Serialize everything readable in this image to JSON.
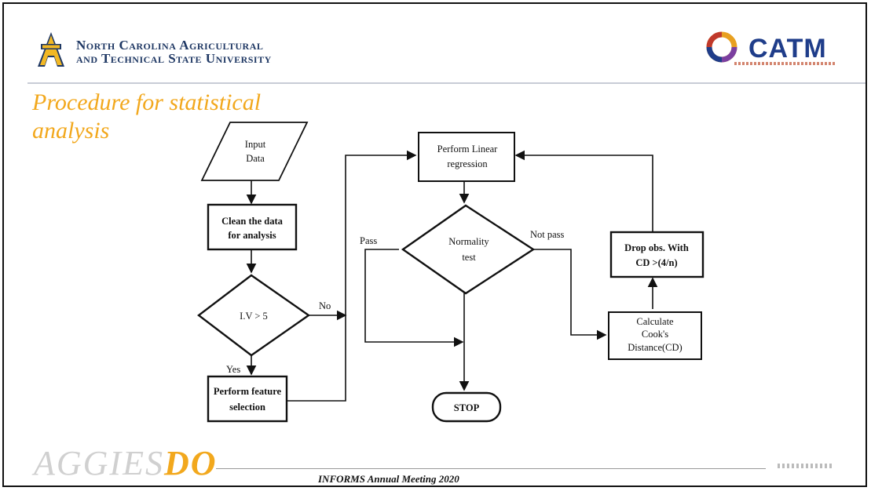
{
  "header": {
    "university_line1": "North Carolina Agricultural",
    "university_line2": "and Technical State University",
    "partner_logo_text": "CATM",
    "logo_icon": "aggie-logo-icon",
    "partner_icon": "catm-swirl-icon"
  },
  "slide_title": "Procedure for statistical analysis",
  "flowchart": {
    "input": [
      "Input",
      "Data"
    ],
    "clean": [
      "Clean the data",
      "for analysis"
    ],
    "decision_iv": "I.V > 5",
    "label_no": "No",
    "label_yes": "Yes",
    "feature": [
      "Perform feature",
      "selection"
    ],
    "regression": [
      "Perform Linear",
      "regression"
    ],
    "normality": [
      "Normality",
      "test"
    ],
    "label_pass": "Pass",
    "label_not_pass": "Not pass",
    "drop": [
      "Drop obs. With",
      "CD >(4/n)"
    ],
    "cooks": [
      "Calculate",
      "Cook's",
      "Distance(CD)"
    ],
    "stop": "STOP"
  },
  "footer": {
    "brand_part1": "AGGIES",
    "brand_part2": "DO",
    "meeting": "INFORMS Annual Meeting 2020"
  },
  "colors": {
    "title": "#f2a81d",
    "university": "#1f3864",
    "catm": "#1f3d8a"
  }
}
